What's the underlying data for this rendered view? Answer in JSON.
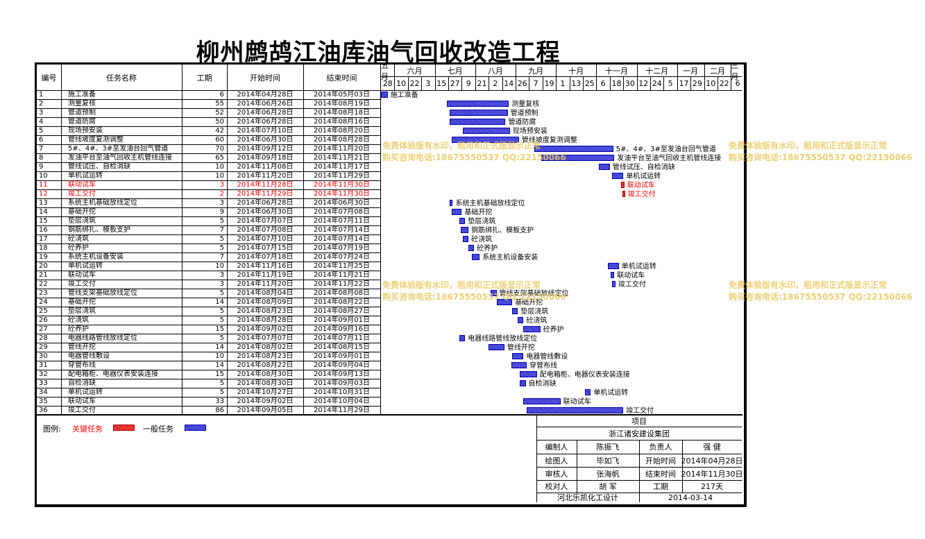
{
  "title": "柳州鹧鸪江油库油气回收改造工程",
  "headers": {
    "id": "编号",
    "name": "任务名称",
    "duration": "工期",
    "start": "开始时间",
    "end": "结束时间"
  },
  "months": [
    "五月",
    "六月",
    "七月",
    "八月",
    "九月",
    "十月",
    "十一月",
    "十二月",
    "一月",
    "二月",
    "三月"
  ],
  "day_ticks": [
    "28",
    "10",
    "22",
    "3",
    "15",
    "27",
    "9",
    "21",
    "2",
    "14",
    "26",
    "7",
    "19",
    "1",
    "13",
    "25",
    "6",
    "18",
    "30",
    "12",
    "24",
    "5",
    "17",
    "29",
    "10",
    "22",
    "6"
  ],
  "colors": {
    "critical": "#e02020",
    "normal": "#3a3ad0"
  },
  "chart_data": {
    "type": "gantt",
    "x_axis": {
      "start": "2014-04-28",
      "tick_interval_days": 12
    },
    "tasks": [
      {
        "id": "1",
        "name": "施工准备",
        "duration": "6",
        "start": "2014年04月28日",
        "end": "2014年05月03日",
        "s": "2014-04-28",
        "e": "2014-05-03",
        "label": "施工准备",
        "critical": false
      },
      {
        "id": "2",
        "name": "测量复核",
        "duration": "55",
        "start": "2014年06月26日",
        "end": "2014年08月19日",
        "s": "2014-06-26",
        "e": "2014-08-19",
        "label": "测量复核",
        "critical": false
      },
      {
        "id": "3",
        "name": "管道预制",
        "duration": "52",
        "start": "2014年06月28日",
        "end": "2014年08月18日",
        "s": "2014-06-28",
        "e": "2014-08-18",
        "label": "管道预制",
        "critical": false
      },
      {
        "id": "4",
        "name": "管道防腐",
        "duration": "50",
        "start": "2014年06月28日",
        "end": "2014年08月16日",
        "s": "2014-06-28",
        "e": "2014-08-16",
        "label": "管道防腐",
        "critical": false
      },
      {
        "id": "5",
        "name": "现场预安装",
        "duration": "42",
        "start": "2014年07月10日",
        "end": "2014年08月20日",
        "s": "2014-07-10",
        "e": "2014-08-20",
        "label": "现场预安装",
        "critical": false
      },
      {
        "id": "6",
        "name": "管线坡度复测调整",
        "duration": "60",
        "start": "2014年06月30日",
        "end": "2014年08月28日",
        "s": "2014-06-30",
        "e": "2014-08-28",
        "label": "管线坡度复测调整",
        "critical": false
      },
      {
        "id": "7",
        "name": "5#、4#、3#至发油台回气管道",
        "duration": "70",
        "start": "2014年09月12日",
        "end": "2014年11月20日",
        "s": "2014-09-12",
        "e": "2014-11-20",
        "label": "5#、4#、3#至发油台回气管道",
        "critical": false
      },
      {
        "id": "8",
        "name": "发油平台至油气回收主机管线连接",
        "duration": "65",
        "start": "2014年09月18日",
        "end": "2014年11月21日",
        "s": "2014-09-18",
        "e": "2014-11-21",
        "label": "发油平台至油气回收主机管线连接",
        "critical": false
      },
      {
        "id": "9",
        "name": "管线试压、自检消缺",
        "duration": "10",
        "start": "2014年11月08日",
        "end": "2014年11月17日",
        "s": "2014-11-08",
        "e": "2014-11-17",
        "label": "管线试压、自检消缺",
        "critical": false
      },
      {
        "id": "10",
        "name": "单机试运转",
        "duration": "10",
        "start": "2014年11月20日",
        "end": "2014年11月29日",
        "s": "2014-11-20",
        "e": "2014-11-29",
        "label": "单机试运转",
        "critical": false
      },
      {
        "id": "11",
        "name": "联动试车",
        "duration": "3",
        "start": "2014年11月28日",
        "end": "2014年11月30日",
        "s": "2014-11-28",
        "e": "2014-11-30",
        "label": "联动试车",
        "critical": true
      },
      {
        "id": "12",
        "name": "竣工交付",
        "duration": "2",
        "start": "2014年11月29日",
        "end": "2014年11月30日",
        "s": "2014-11-29",
        "e": "2014-11-30",
        "label": "竣工交付",
        "critical": true
      },
      {
        "id": "13",
        "name": "系统主机基础放线定位",
        "duration": "3",
        "start": "2014年06月28日",
        "end": "2014年06月30日",
        "s": "2014-06-28",
        "e": "2014-06-30",
        "label": "系统主机基础放线定位",
        "critical": false
      },
      {
        "id": "14",
        "name": "基础开挖",
        "duration": "9",
        "start": "2014年06月30日",
        "end": "2014年07月08日",
        "s": "2014-06-30",
        "e": "2014-07-08",
        "label": "基础开挖",
        "critical": false
      },
      {
        "id": "15",
        "name": "垫层浇筑",
        "duration": "5",
        "start": "2014年07月07日",
        "end": "2014年07月11日",
        "s": "2014-07-07",
        "e": "2014-07-11",
        "label": "垫层浇筑",
        "critical": false
      },
      {
        "id": "16",
        "name": "钢筋绑扎、模板支护",
        "duration": "7",
        "start": "2014年07月08日",
        "end": "2014年07月14日",
        "s": "2014-07-08",
        "e": "2014-07-14",
        "label": "钢筋绑扎、模板支护",
        "critical": false
      },
      {
        "id": "17",
        "name": "砼浇筑",
        "duration": "5",
        "start": "2014年07月10日",
        "end": "2014年07月14日",
        "s": "2014-07-10",
        "e": "2014-07-14",
        "label": "砼浇筑",
        "critical": false
      },
      {
        "id": "18",
        "name": "砼养护",
        "duration": "5",
        "start": "2014年07月15日",
        "end": "2014年07月19日",
        "s": "2014-07-15",
        "e": "2014-07-19",
        "label": "砼养护",
        "critical": false
      },
      {
        "id": "19",
        "name": "系统主机设备安装",
        "duration": "7",
        "start": "2014年07月18日",
        "end": "2014年07月24日",
        "s": "2014-07-18",
        "e": "2014-07-24",
        "label": "系统主机设备安装",
        "critical": false
      },
      {
        "id": "20",
        "name": "单机试运转",
        "duration": "10",
        "start": "2014年11月16日",
        "end": "2014年11月25日",
        "s": "2014-11-16",
        "e": "2014-11-25",
        "label": "单机试运转",
        "critical": false
      },
      {
        "id": "21",
        "name": "联动试车",
        "duration": "3",
        "start": "2014年11月19日",
        "end": "2014年11月21日",
        "s": "2014-11-19",
        "e": "2014-11-21",
        "label": "联动试车",
        "critical": false
      },
      {
        "id": "22",
        "name": "竣工交付",
        "duration": "3",
        "start": "2014年11月20日",
        "end": "2014年11月22日",
        "s": "2014-11-20",
        "e": "2014-11-22",
        "label": "竣工交付",
        "critical": false
      },
      {
        "id": "23",
        "name": "管线支架基础放线定位",
        "duration": "5",
        "start": "2014年08月04日",
        "end": "2014年08月08日",
        "s": "2014-08-04",
        "e": "2014-08-08",
        "label": "管线支架基础放线定位",
        "critical": false
      },
      {
        "id": "24",
        "name": "基础开挖",
        "duration": "14",
        "start": "2014年08月09日",
        "end": "2014年08月22日",
        "s": "2014-08-09",
        "e": "2014-08-22",
        "label": "基础开挖",
        "critical": false
      },
      {
        "id": "25",
        "name": "垫层浇筑",
        "duration": "5",
        "start": "2014年08月23日",
        "end": "2014年08月27日",
        "s": "2014-08-23",
        "e": "2014-08-27",
        "label": "垫层浇筑",
        "critical": false
      },
      {
        "id": "26",
        "name": "砼浇筑",
        "duration": "5",
        "start": "2014年08月28日",
        "end": "2014年09月01日",
        "s": "2014-08-28",
        "e": "2014-09-01",
        "label": "砼浇筑",
        "critical": false
      },
      {
        "id": "27",
        "name": "砼养护",
        "duration": "15",
        "start": "2014年09月02日",
        "end": "2014年09月16日",
        "s": "2014-09-02",
        "e": "2014-09-16",
        "label": "砼养护",
        "critical": false
      },
      {
        "id": "28",
        "name": "电器线路管线放线定位",
        "duration": "5",
        "start": "2014年07月07日",
        "end": "2014年07月11日",
        "s": "2014-07-07",
        "e": "2014-07-11",
        "label": "电器线路管线放线定位",
        "critical": false
      },
      {
        "id": "29",
        "name": "管线开挖",
        "duration": "14",
        "start": "2014年08月02日",
        "end": "2014年08月15日",
        "s": "2014-08-02",
        "e": "2014-08-15",
        "label": "管线开挖",
        "critical": false
      },
      {
        "id": "30",
        "name": "电器管线敷设",
        "duration": "10",
        "start": "2014年08月23日",
        "end": "2014年09月01日",
        "s": "2014-08-23",
        "e": "2014-09-01",
        "label": "电器管线敷设",
        "critical": false
      },
      {
        "id": "31",
        "name": "穿管布线",
        "duration": "14",
        "start": "2014年08月22日",
        "end": "2014年09月04日",
        "s": "2014-08-22",
        "e": "2014-09-04",
        "label": "穿管布线",
        "critical": false
      },
      {
        "id": "32",
        "name": "配电箱柜、电器仪表安装连接",
        "duration": "15",
        "start": "2014年08月30日",
        "end": "2014年09月13日",
        "s": "2014-08-30",
        "e": "2014-09-13",
        "label": "配电箱柜、电器仪表安装连接",
        "critical": false
      },
      {
        "id": "33",
        "name": "自检消缺",
        "duration": "5",
        "start": "2014年08月30日",
        "end": "2014年09月03日",
        "s": "2014-08-30",
        "e": "2014-09-03",
        "label": "自检消缺",
        "critical": false
      },
      {
        "id": "34",
        "name": "单机试运转",
        "duration": "5",
        "start": "2014年10月27日",
        "end": "2014年10月31日",
        "s": "2014-10-27",
        "e": "2014-10-31",
        "label": "单机试运转",
        "critical": false
      },
      {
        "id": "35",
        "name": "联动试车",
        "duration": "33",
        "start": "2014年09月02日",
        "end": "2014年10月04日",
        "s": "2014-09-02",
        "e": "2014-10-04",
        "label": "联动试车",
        "critical": false
      },
      {
        "id": "36",
        "name": "竣工交付",
        "duration": "86",
        "start": "2014年09月05日",
        "end": "2014年11月29日",
        "s": "2014-09-05",
        "e": "2014-11-29",
        "label": "竣工交付",
        "critical": false
      }
    ]
  },
  "legend": {
    "label": "图例:",
    "critical": "关键任务",
    "normal": "一般任务"
  },
  "info": {
    "project_label": "项目",
    "company": "浙江诸安建设集团",
    "compiler_label": "编制人",
    "compiler": "陈振飞",
    "manager_label": "负责人",
    "manager": "强    健",
    "drawer_label": "绘图人",
    "drawer": "毕如飞",
    "start_label": "开始时间",
    "start": "2014年04月28日",
    "reviewer_label": "审核人",
    "reviewer": "张海帆",
    "end_label": "结束时间",
    "end": "2014年11月30日",
    "checker_label": "校对人",
    "checker": "胡    军",
    "period_label": "工期",
    "period": "217天",
    "designer": "河北乐凯化工设计",
    "date": "2014-03-14"
  },
  "watermark": {
    "line1": "免费体验版有水印，租用和正式版显示正常",
    "line2": "购买咨询电话:18675550537 QQ:22150066"
  }
}
